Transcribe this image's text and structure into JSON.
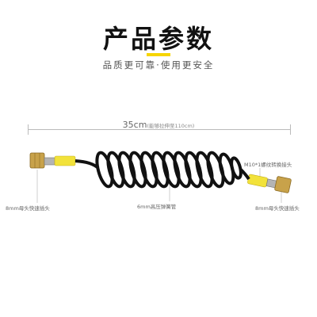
{
  "title": "产品参数",
  "subtitle": "品质更可靠·使用更安全",
  "dimension": {
    "length": "35cm",
    "note": "(能够拉伸至110cm)"
  },
  "callouts": {
    "left_connector": "8mm母头快速插头",
    "hose": "6mm高压弹簧管",
    "adapter": "M10*1螺纹转换接头",
    "right_connector": "8mm母头快速插头"
  },
  "colors": {
    "accent": "#f6d500",
    "hose": "#111111",
    "brass": "#c8a24a",
    "sleeve": "#f2e23a"
  }
}
